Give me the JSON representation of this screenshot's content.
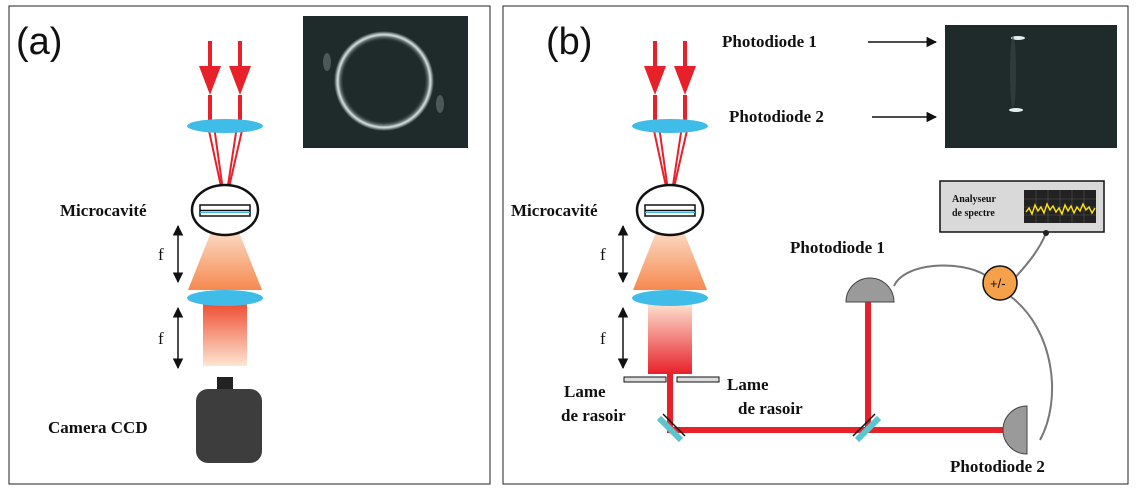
{
  "panel_a": {
    "tag": "(a)",
    "microcavity_label": "Microcavité",
    "focal_label_1": "f",
    "focal_label_2": "f",
    "camera_label": "Camera CCD"
  },
  "panel_b": {
    "tag": "(b)",
    "photodiode_1_pointer": "Photodiode 1",
    "photodiode_2_pointer": "Photodiode 2",
    "microcavity_label": "Microcavité",
    "focal_label_1": "f",
    "focal_label_2": "f",
    "razor_left": [
      "Lame",
      "de rasoir"
    ],
    "razor_right": [
      "Lame",
      "de rasoir"
    ],
    "photodiode_1_label": "Photodiode 1",
    "photodiode_2_label": "Photodiode 2",
    "analyzer_label": [
      "Analyseur",
      "de spectre"
    ],
    "combiner_label": "+/-"
  },
  "colors": {
    "beam": "#e8202a",
    "lens": "#3fbde8",
    "mirror": "#5cc6cf",
    "photodiode": "#9a9a9a",
    "camera": "#3d3d3d",
    "combiner": "#f5a14a",
    "analyzer_screen": "#222222",
    "analyzer_trace": "#ffe21a"
  }
}
